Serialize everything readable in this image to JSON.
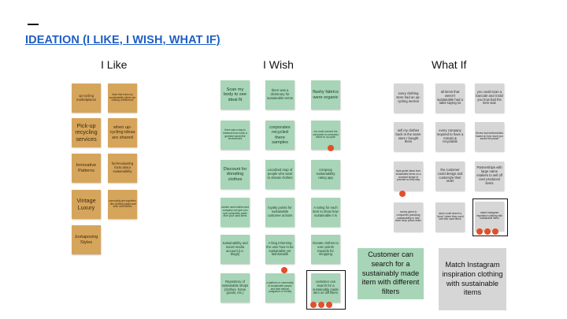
{
  "title": "IDEATION (I LIKE, I WISH, WHAT IF)",
  "columns": {
    "like": "I Like",
    "wish": "I Wish",
    "whatif": "What If"
  },
  "notes": {
    "like": [
      "up-cycling marketplaces",
      "facts that show my sustainability efforts are making a difference",
      "Pick-up recycling services",
      "when up-cycling ideas are shared",
      "Innovative Patterns",
      "fun/revaluating facts about sustainability",
      "Vintage Luxury",
      "community get togethers - like clothing swaps and stich and bitches",
      "Juxtaposing Styles"
    ],
    "wish": [
      "Scan my body to see ideal fit",
      "there was a dictionary for sustainable terms",
      "flashy fabrics were organic",
      "there was a way to measure how much a garment saved the environment",
      "corporates recycled there samples",
      "we could connect the consumer to conscious tailors to up-cycle",
      "Discount for donating clothes",
      "Localized map of people who want to donate clothes",
      "company sustainability rating app",
      "donate used clothes and company can give you eye/ pamphlets made from your used items",
      "loyalty points for sustainable customer actions",
      "A rating for each item to show how sustainable it is",
      "sustainability and social media account (i.e. blogs)",
      "A blog informing the user how to be sustainable yet fashionable",
      "Donate clothes to earn points towards for shopping",
      "Repository of sustainable shops (clothes, home goods, etc.)",
      "a platform or community of sustainable people and their fashion (magazine or media)",
      "customer can search for a sustainably made item w/ diff filters"
    ],
    "whatif": [
      "every clothing store had an up-cycling section",
      "all items that weren't sustainable had a label saying so",
      "you could scan a barcode and it told you how bad the item was",
      "sell my clothes back to the same store I bought them",
      "every company required to have a remain & recyclable",
      "Stores had sections/tabs based on how much you saved the planet",
      "style-guide ideas from sustainable items on a scanned image of yourself so they stay",
      "the customer could design and customize their order",
      "Partnerships with large name retailers to sell off over produced items",
      "money given to companies practicing sustainability to help them keep prices down",
      "users could search a \"store\" where they could sell their used items",
      "match instagram inspiration clothing with sustainable items"
    ]
  },
  "callouts": {
    "left": "Customer can search for a sustainably made item with different filters",
    "right": "Match Instagram inspiration clothing with sustainable items"
  },
  "colors": {
    "title": "#1f5fc5",
    "like_note": "#d6a55c",
    "wish_note": "#a8d5b7",
    "whatif_note": "#d6d6d6",
    "vote_dot": "#e0502a"
  }
}
